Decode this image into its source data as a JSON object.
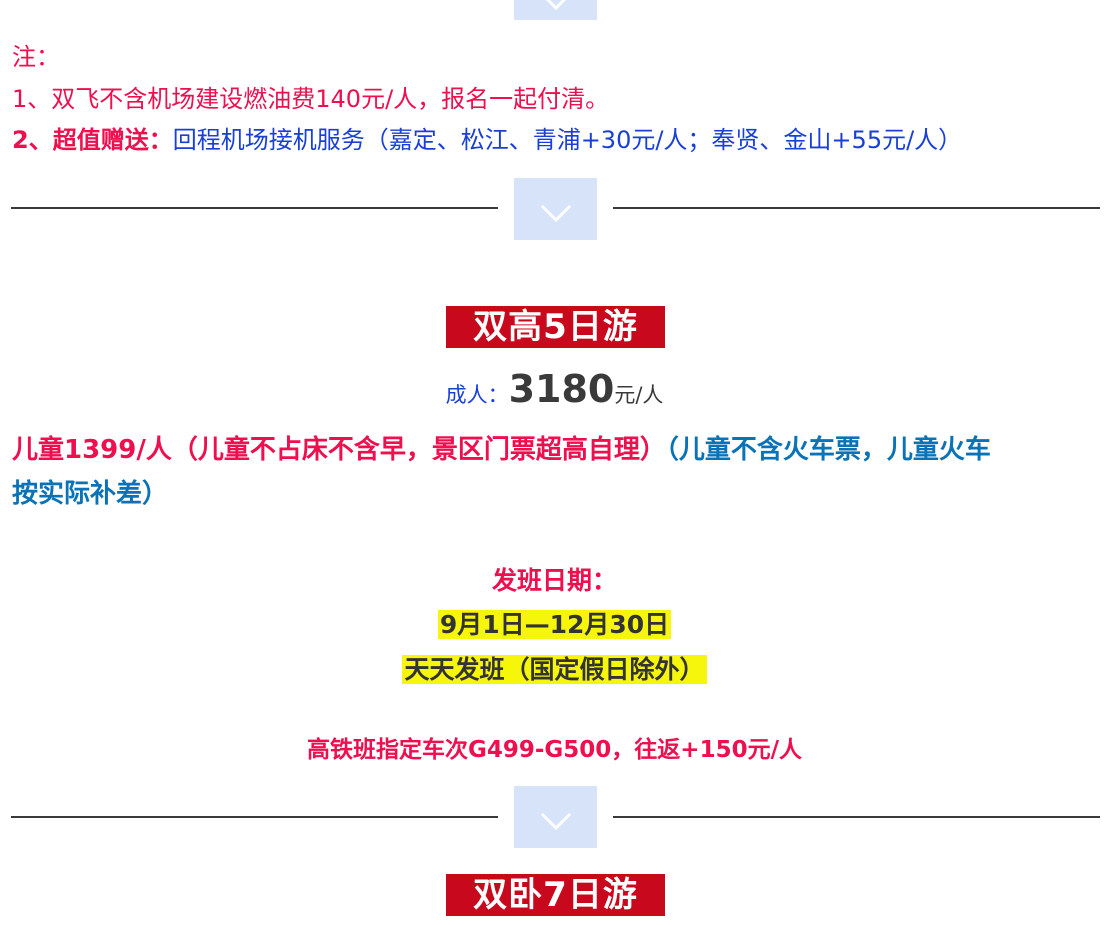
{
  "notes": {
    "heading": "注：",
    "item1": "1、双飞不含机场建设燃油费140元/人，报名一起付清。",
    "item2_label": "2、超值赠送：",
    "item2_text": "回程机场接机服务（嘉定、松江、青浦+30元/人；奉贤、金山+55元/人）"
  },
  "divider_icon": "chevron-down-icon",
  "tour1": {
    "title": "双高5日游",
    "adult_label": "成人：",
    "adult_price": "3180",
    "adult_unit": "元/人",
    "child_text_red": "儿童1399/人（儿童不占床不含早，景区门票超高自理）",
    "child_text_blue_1": "（儿童不含火车票，儿童火车",
    "child_text_blue_2": "按实际补差）",
    "schedule_label": "发班日期：",
    "date_range": "9月1日—12月30日",
    "frequency": "天天发班（国定假日除外）",
    "train_note": "高铁班指定车次G499-G500，往返+150元/人"
  },
  "tour2": {
    "title": "双卧7日游"
  },
  "colors": {
    "red": "#ee0f4f",
    "blue": "#1a3fd6",
    "teal": "#0a73b8",
    "badge": "#c8081c",
    "highlight": "#f6f60c",
    "chevron_bg": "#d6e3f9"
  }
}
